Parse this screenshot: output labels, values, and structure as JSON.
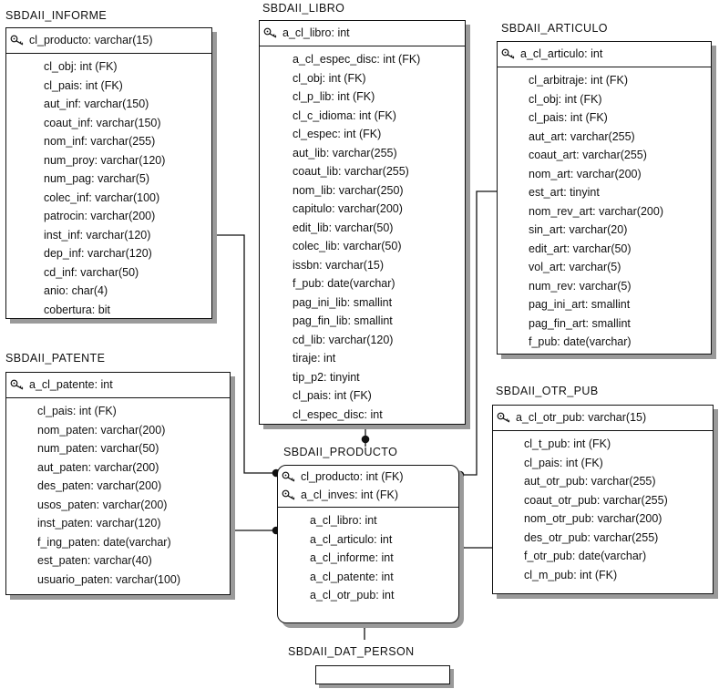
{
  "diagram": {
    "entities": {
      "informe": {
        "name": "SBDAII_INFORME",
        "keys": [
          "cl_producto: varchar(15)"
        ],
        "attributes": [
          "cl_obj: int (FK)",
          "cl_pais: int (FK)",
          "aut_inf: varchar(150)",
          "coaut_inf: varchar(150)",
          "nom_inf: varchar(255)",
          "num_proy: varchar(120)",
          "num_pag: varchar(5)",
          "colec_inf: varchar(100)",
          "patrocin: varchar(200)",
          "inst_inf: varchar(120)",
          "dep_inf: varchar(120)",
          "cd_inf: varchar(50)",
          "anio: char(4)",
          "cobertura: bit"
        ]
      },
      "libro": {
        "name": "SBDAII_LIBRO",
        "keys": [
          "a_cl_libro: int"
        ],
        "attributes": [
          "a_cl_espec_disc: int (FK)",
          "cl_obj: int (FK)",
          "cl_p_lib: int (FK)",
          "cl_c_idioma: int (FK)",
          "cl_espec: int (FK)",
          "aut_lib: varchar(255)",
          "coaut_lib: varchar(255)",
          "nom_lib: varchar(250)",
          "capitulo: varchar(200)",
          "edit_lib: varchar(50)",
          "colec_lib: varchar(50)",
          "issbn: varchar(15)",
          "f_pub: date(varchar)",
          "pag_ini_lib: smallint",
          "pag_fin_lib: smallint",
          "cd_lib: varchar(120)",
          "tiraje: int",
          "tip_p2: tinyint",
          "cl_pais: int (FK)",
          "cl_espec_disc: int"
        ]
      },
      "articulo": {
        "name": "SBDAII_ARTICULO",
        "keys": [
          "a_cl_articulo: int"
        ],
        "attributes": [
          "cl_arbitraje: int (FK)",
          "cl_obj: int (FK)",
          "cl_pais: int (FK)",
          "aut_art: varchar(255)",
          "coaut_art: varchar(255)",
          "nom_art: varchar(200)",
          "est_art: tinyint",
          "nom_rev_art: varchar(200)",
          "sin_art: varchar(20)",
          "edit_art: varchar(50)",
          "vol_art: varchar(5)",
          "num_rev: varchar(5)",
          "pag_ini_art: smallint",
          "pag_fin_art: smallint",
          "f_pub: date(varchar)"
        ]
      },
      "patente": {
        "name": "SBDAII_PATENTE",
        "keys": [
          "a_cl_patente: int"
        ],
        "attributes": [
          "cl_pais: int (FK)",
          "nom_paten: varchar(200)",
          "num_paten: varchar(50)",
          "aut_paten: varchar(200)",
          "des_paten: varchar(200)",
          "usos_paten: varchar(200)",
          "inst_paten: varchar(120)",
          "f_ing_paten: date(varchar)",
          "est_paten: varchar(40)",
          "usuario_paten: varchar(100)"
        ]
      },
      "otr_pub": {
        "name": "SBDAII_OTR_PUB",
        "keys": [
          "a_cl_otr_pub: varchar(15)"
        ],
        "attributes": [
          "cl_t_pub: int (FK)",
          "cl_pais: int (FK)",
          "aut_otr_pub: varchar(255)",
          "coaut_otr_pub: varchar(255)",
          "nom_otr_pub: varchar(200)",
          "des_otr_pub: varchar(255)",
          "f_otr_pub: date(varchar)",
          "cl_m_pub: int (FK)"
        ]
      },
      "producto": {
        "name": "SBDAII_PRODUCTO",
        "keys": [
          "cl_producto: int (FK)",
          "a_cl_inves: int (FK)"
        ],
        "attributes": [
          "a_cl_libro: int",
          "a_cl_articulo: int",
          "a_cl_informe: int",
          "a_cl_patente: int",
          "a_cl_otr_pub: int"
        ]
      },
      "dat_person": {
        "name": "SBDAII_DAT_PERSON",
        "keys": [],
        "attributes": []
      }
    },
    "icons": {
      "primary_key": "key-icon"
    }
  }
}
